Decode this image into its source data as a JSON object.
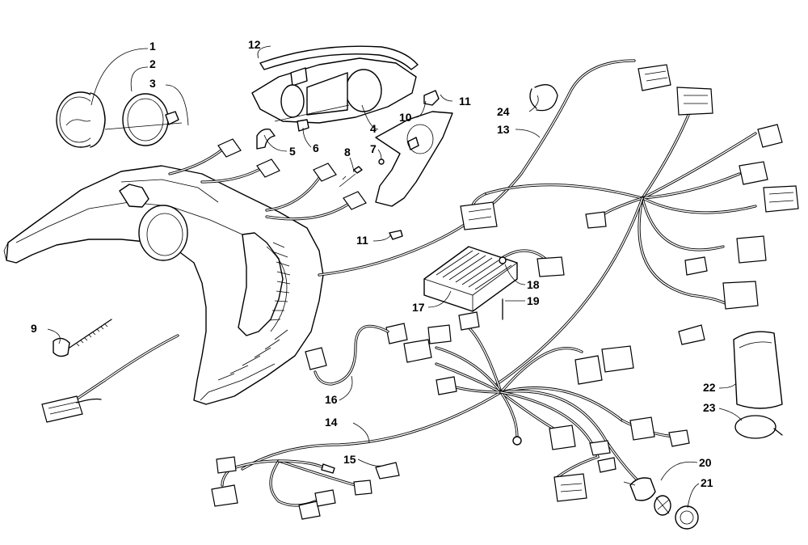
{
  "diagram": {
    "callouts": [
      {
        "id": "c1",
        "text": "1"
      },
      {
        "id": "c2",
        "text": "2"
      },
      {
        "id": "c3",
        "text": "3"
      },
      {
        "id": "c4",
        "text": "4"
      },
      {
        "id": "c5",
        "text": "5"
      },
      {
        "id": "c6",
        "text": "6"
      },
      {
        "id": "c7",
        "text": "7"
      },
      {
        "id": "c8",
        "text": "8"
      },
      {
        "id": "c9",
        "text": "9"
      },
      {
        "id": "c10",
        "text": "10"
      },
      {
        "id": "c11a",
        "text": "11"
      },
      {
        "id": "c11b",
        "text": "11"
      },
      {
        "id": "c12",
        "text": "12"
      },
      {
        "id": "c13",
        "text": "13"
      },
      {
        "id": "c14",
        "text": "14"
      },
      {
        "id": "c15",
        "text": "15"
      },
      {
        "id": "c16",
        "text": "16"
      },
      {
        "id": "c17",
        "text": "17"
      },
      {
        "id": "c18",
        "text": "18"
      },
      {
        "id": "c19",
        "text": "19"
      },
      {
        "id": "c20",
        "text": "20"
      },
      {
        "id": "c21",
        "text": "21"
      },
      {
        "id": "c22",
        "text": "22"
      },
      {
        "id": "c23",
        "text": "23"
      },
      {
        "id": "c24",
        "text": "24"
      }
    ]
  }
}
